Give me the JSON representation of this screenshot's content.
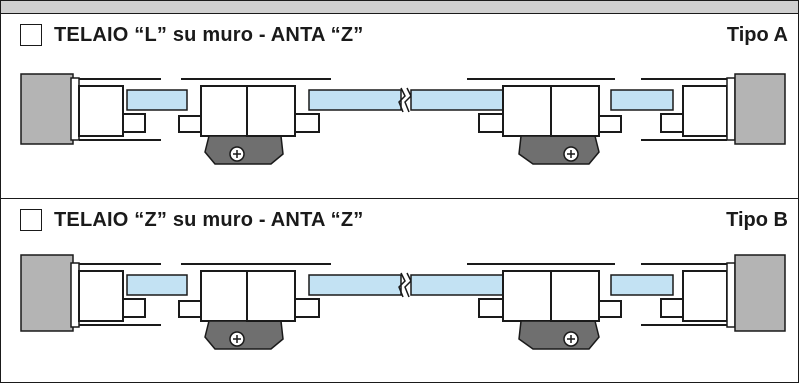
{
  "colors": {
    "wall": "#b4b4b4",
    "glass": "#c3e2f3",
    "hinge": "#6f6f6f",
    "outline": "#1a1a1a",
    "header_band": "#cfcfcf"
  },
  "options": [
    {
      "checked": false,
      "title": "TELAIO “L” su muro - ANTA “Z”",
      "type_label": "Tipo A"
    },
    {
      "checked": false,
      "title": "TELAIO “Z” su muro - ANTA “Z”",
      "type_label": "Tipo B"
    }
  ]
}
